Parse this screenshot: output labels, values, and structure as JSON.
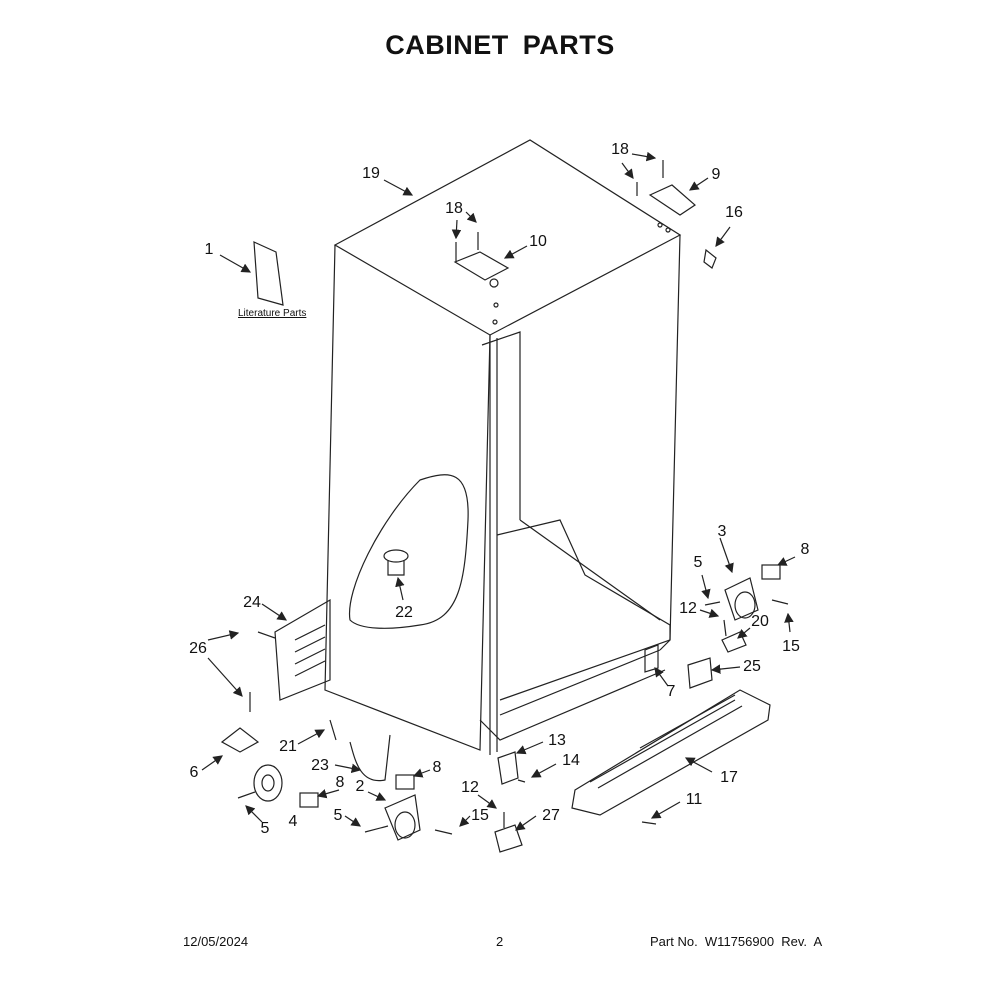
{
  "page_title": "CABINET PARTS",
  "literature_label": "Literature Parts",
  "callouts": [
    "1",
    "19",
    "18",
    "10",
    "18",
    "9",
    "16",
    "3",
    "8",
    "5",
    "12",
    "20",
    "15",
    "25",
    "7",
    "24",
    "26",
    "22",
    "6",
    "21",
    "23",
    "8",
    "8",
    "2",
    "5",
    "4",
    "5",
    "12",
    "15",
    "13",
    "14",
    "27",
    "17",
    "11"
  ],
  "footer": {
    "date": "12/05/2024",
    "page": "2",
    "part_number": "Part No.  W11756900  Rev.  A"
  },
  "colors": {
    "line": "#222222",
    "background": "#ffffff"
  }
}
